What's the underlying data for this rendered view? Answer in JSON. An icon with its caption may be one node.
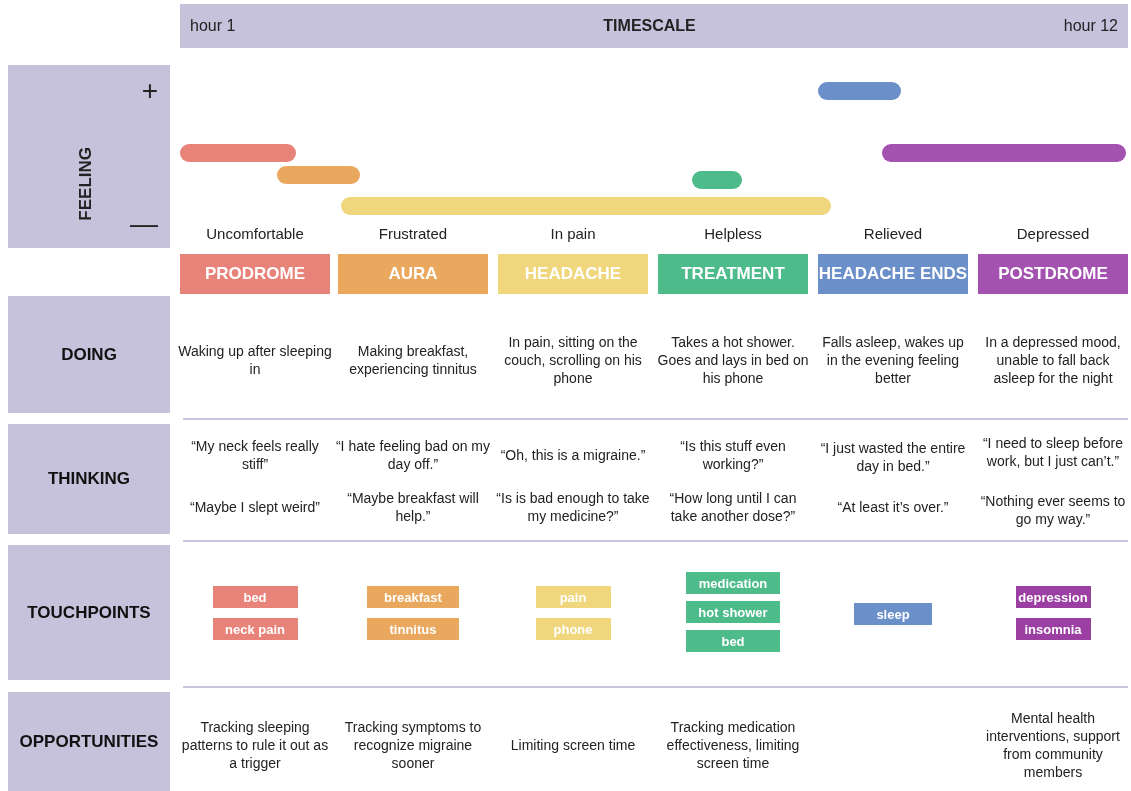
{
  "diagram": {
    "nodes": [
      {
        "text": [
          "hour 1",
          "TIMESCALE",
          "hour 12"
        ]
      },
      {
        "text": [
          "+",
          "FEELING",
          "—"
        ]
      },
      {
        "text": [
          "PRODROME"
        ],
        "beside": [
          "Uncomfortable"
        ]
      },
      {
        "text": [
          "AURA"
        ],
        "beside": [
          "Frustrated"
        ]
      },
      {
        "text": [
          "HEADACHE"
        ],
        "beside": [
          "In pain"
        ]
      },
      {
        "text": [
          "TREATMENT"
        ],
        "beside": [
          "Helpless"
        ]
      },
      {
        "text": [
          "HEADACHE ENDS"
        ],
        "beside": [
          "Relieved"
        ]
      },
      {
        "text": [
          "POSTDROME"
        ],
        "beside": [
          "Depressed"
        ]
      },
      {
        "text": [
          "DOING"
        ]
      },
      {
        "text": [
          "THINKING"
        ]
      },
      {
        "text": [
          "TOUCHPOINTS"
        ]
      },
      {
        "text": [
          "bed"
        ]
      },
      {
        "text": [
          "neck pain"
        ]
      },
      {
        "text": [
          "breakfast"
        ]
      },
      {
        "text": [
          "tinnitus"
        ]
      },
      {
        "text": [
          "pain"
        ]
      },
      {
        "text": [
          "phone"
        ]
      },
      {
        "text": [
          "medication"
        ]
      },
      {
        "text": [
          "hot shower"
        ]
      },
      {
        "text": [
          "bed"
        ]
      },
      {
        "text": [
          "sleep"
        ]
      },
      {
        "text": [
          "depression"
        ]
      },
      {
        "text": [
          "insomnia"
        ]
      },
      {
        "text": [
          "OPPORTUNITIES"
        ]
      }
    ],
    "labels": [
      "Waking up after sleeping in",
      "Making breakfast, experiencing tinnitus",
      "In pain, sitting on the couch, scrolling on his phone",
      "Takes a hot shower. Goes and lays in bed on his phone",
      "Falls asleep, wakes up in the evening feeling better",
      "In a depressed mood, unable to fall back asleep for the night",
      "“My neck feels really stiff”",
      "“Maybe I slept weird”",
      "“I hate feeling bad on my day off.”",
      "“Maybe breakfast will help.”",
      "“Oh, this is a migraine.”",
      "“Is is bad enough to take my medicine?”",
      "“Is this stuff even working?”",
      "“How long until I can take another dose?”",
      "“I just wasted the entire day in bed.”",
      "“At least it’s over.”",
      "“I need to sleep before work, but I just can’t.”",
      "“Nothing ever seems to go my way.”",
      "Tracking sleeping patterns to rule it out as a trigger",
      "Tracking symptoms to recognize migraine sooner",
      "Limiting screen time",
      "Tracking medication effectiveness, limiting screen time",
      "Mental health interventions, support from community members"
    ]
  }
}
